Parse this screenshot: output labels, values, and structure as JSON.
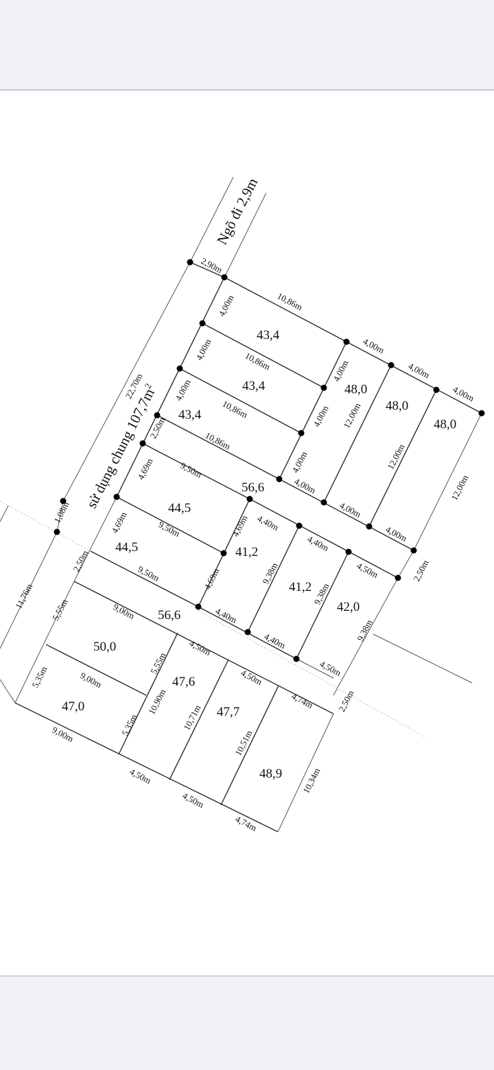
{
  "viewer": {
    "background": "#f2f1f7",
    "canvas_color": "#ffffff"
  },
  "diagram": {
    "labels": {
      "alley": "Ngõ đi 2,9m",
      "common_use": "sử dụng chung 107,7m",
      "common_use_sup": "2"
    },
    "lots": {
      "r1": "43,4",
      "r2": "43,4",
      "r3": "43,4",
      "e1": "48,0",
      "e2": "48,0",
      "e3": "48,0",
      "m1": "44,5",
      "m2": "44,5",
      "c1": "41,2",
      "c2": "41,2",
      "c3": "42,0",
      "s1": "50,0",
      "s2": "47,0",
      "b1": "47,6",
      "b2": "47,7",
      "b3": "48,9",
      "road_area_top": "56,6",
      "road_area_bottom": "56,6"
    },
    "dimensions": {
      "alley_width": "2,90m",
      "left_edge_long": "22,70m",
      "left_small": "1,08m",
      "left_far": "11,76m",
      "r_side1": "4,00m",
      "r_side2": "4,00m",
      "r_side3": "4,00m",
      "r_top1": "10,86m",
      "r_top2": "10,86m",
      "r_top3": "10,86m",
      "r_top4": "10,86m",
      "r_right1": "4,00m",
      "r_right2": "4,00m",
      "r_right3": "4,00m",
      "e_top1": "4,00m",
      "e_top2": "4,00m",
      "e_top3": "4,00m",
      "e_side1": "12,00m",
      "e_side2": "12,00m",
      "e_side3": "12,00m",
      "e_bot1": "4,00m",
      "e_bot2": "4,00m",
      "e_bot3": "4,00m",
      "road_gap_left": "2,50m",
      "road_gap_right": "2,50m",
      "m_side1": "4,69m",
      "m_side2": "4,69m",
      "m_top1": "9,50m",
      "m_top2": "9,50m",
      "m_top3": "9,50m",
      "m_right1": "4,69m",
      "m_right2": "4,69m",
      "c_top1": "4,40m",
      "c_top2": "4,40m",
      "c_top3": "4,50m",
      "c_side1": "9,38m",
      "c_side2": "9,38m",
      "c_side3": "9,38m",
      "c_bot1": "4,40m",
      "c_bot2": "4,40m",
      "c_bot3": "4,50m",
      "road2_gap_left": "2,50m",
      "road2_gap_right": "2,50m",
      "s_side1": "5,55m",
      "s_side2": "5,35m",
      "s_top1": "9,00m",
      "s_top2": "9,00m",
      "s_bot": "9,00m",
      "s_right1": "5,55m",
      "s_right2": "5,35m",
      "b_left": "10,90m",
      "b_side1": "10,71m",
      "b_side2": "10,51m",
      "b_side3": "10,34m",
      "b_top1": "4,50m",
      "b_top2": "4,50m",
      "b_top3": "4,74m",
      "b_bot1": "4,50m",
      "b_bot2": "4,50m",
      "b_bot3": "4,74m"
    }
  }
}
